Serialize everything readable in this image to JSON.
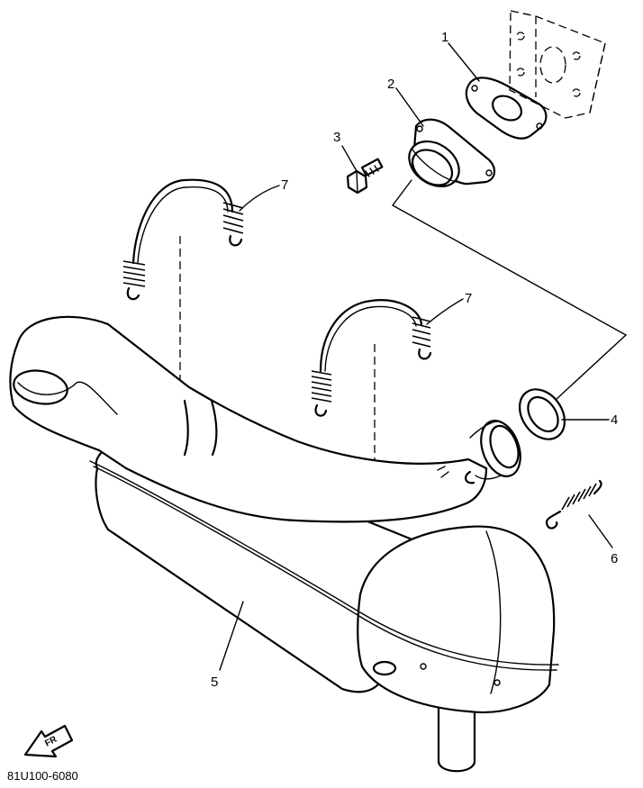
{
  "callouts": [
    {
      "id": "1",
      "label": "1"
    },
    {
      "id": "2",
      "label": "2"
    },
    {
      "id": "3",
      "label": "3"
    },
    {
      "id": "4",
      "label": "4"
    },
    {
      "id": "5",
      "label": "5"
    },
    {
      "id": "6",
      "label": "6"
    },
    {
      "id": "7a",
      "label": "7"
    },
    {
      "id": "7b",
      "label": "7"
    }
  ],
  "direction_arrow": {
    "label": "FR"
  },
  "figure_code": "81U100-6080"
}
